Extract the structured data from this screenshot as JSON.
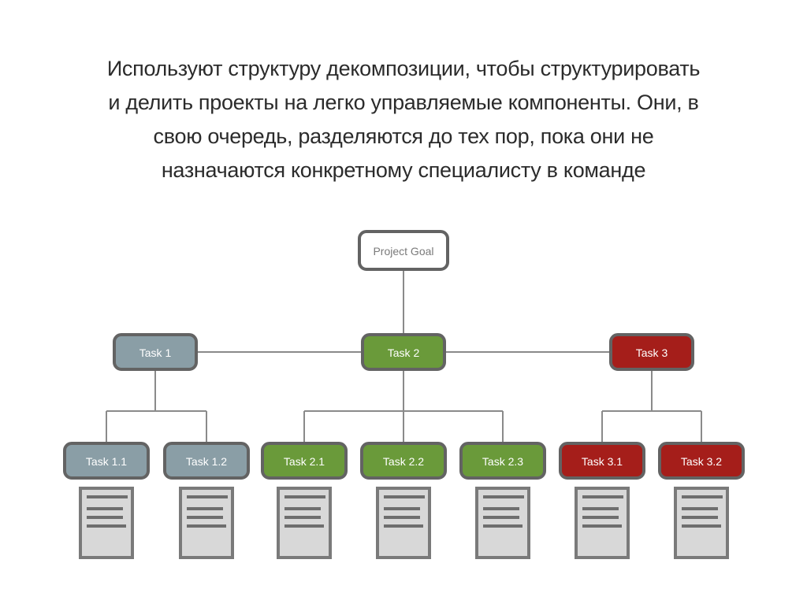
{
  "title": {
    "lines": [
      "Используют структуру декомпозиции, чтобы структурировать",
      "и делить проекты на легко управляемые компоненты. Они, в",
      "свою очередь, разделяются до тех пор, пока они не",
      "назначаются конкретному специалисту в команде"
    ]
  },
  "diagram": {
    "root": {
      "label": "Project Goal"
    },
    "tasks": [
      {
        "label": "Task 1",
        "color": "#8a9ea6",
        "subtasks": [
          {
            "label": "Task 1.1"
          },
          {
            "label": "Task 1.2"
          }
        ]
      },
      {
        "label": "Task 2",
        "color": "#6a9a3a",
        "subtasks": [
          {
            "label": "Task 2.1"
          },
          {
            "label": "Task 2.2"
          },
          {
            "label": "Task 2.3"
          }
        ]
      },
      {
        "label": "Task 3",
        "color": "#a51e1a",
        "subtasks": [
          {
            "label": "Task 3.1"
          },
          {
            "label": "Task 3.2"
          }
        ]
      }
    ],
    "colors": {
      "border": "#636363",
      "line": "#8a8a8a",
      "root_fill": "#ffffff",
      "root_text": "#7a7a7a",
      "doc_fill": "#d8d8d8",
      "doc_border": "#7a7a7a",
      "doc_line": "#6e6e6e"
    },
    "document_icon": "document-icon"
  }
}
